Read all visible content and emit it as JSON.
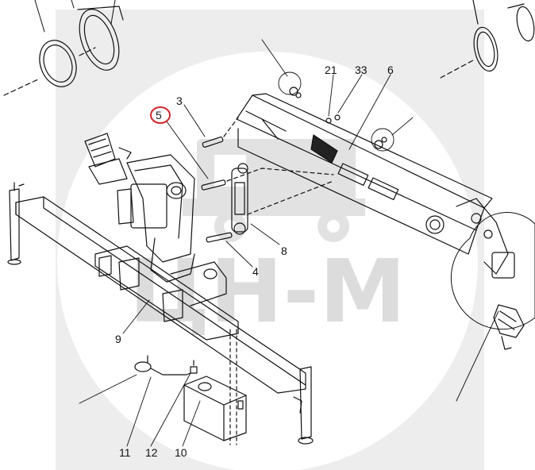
{
  "watermark": {
    "text": "ЦН-М",
    "color": "#dcdcdc"
  },
  "highlight": {
    "callout": "5",
    "ring_color": "#d0262b"
  },
  "callouts": [
    {
      "id": "3",
      "label": "3"
    },
    {
      "id": "5",
      "label": "5"
    },
    {
      "id": "21",
      "label": "21"
    },
    {
      "id": "33",
      "label": "33"
    },
    {
      "id": "6",
      "label": "6"
    },
    {
      "id": "8",
      "label": "8"
    },
    {
      "id": "4",
      "label": "4"
    },
    {
      "id": "9",
      "label": "9"
    },
    {
      "id": "11",
      "label": "11"
    },
    {
      "id": "12",
      "label": "12"
    },
    {
      "id": "10",
      "label": "10"
    }
  ]
}
